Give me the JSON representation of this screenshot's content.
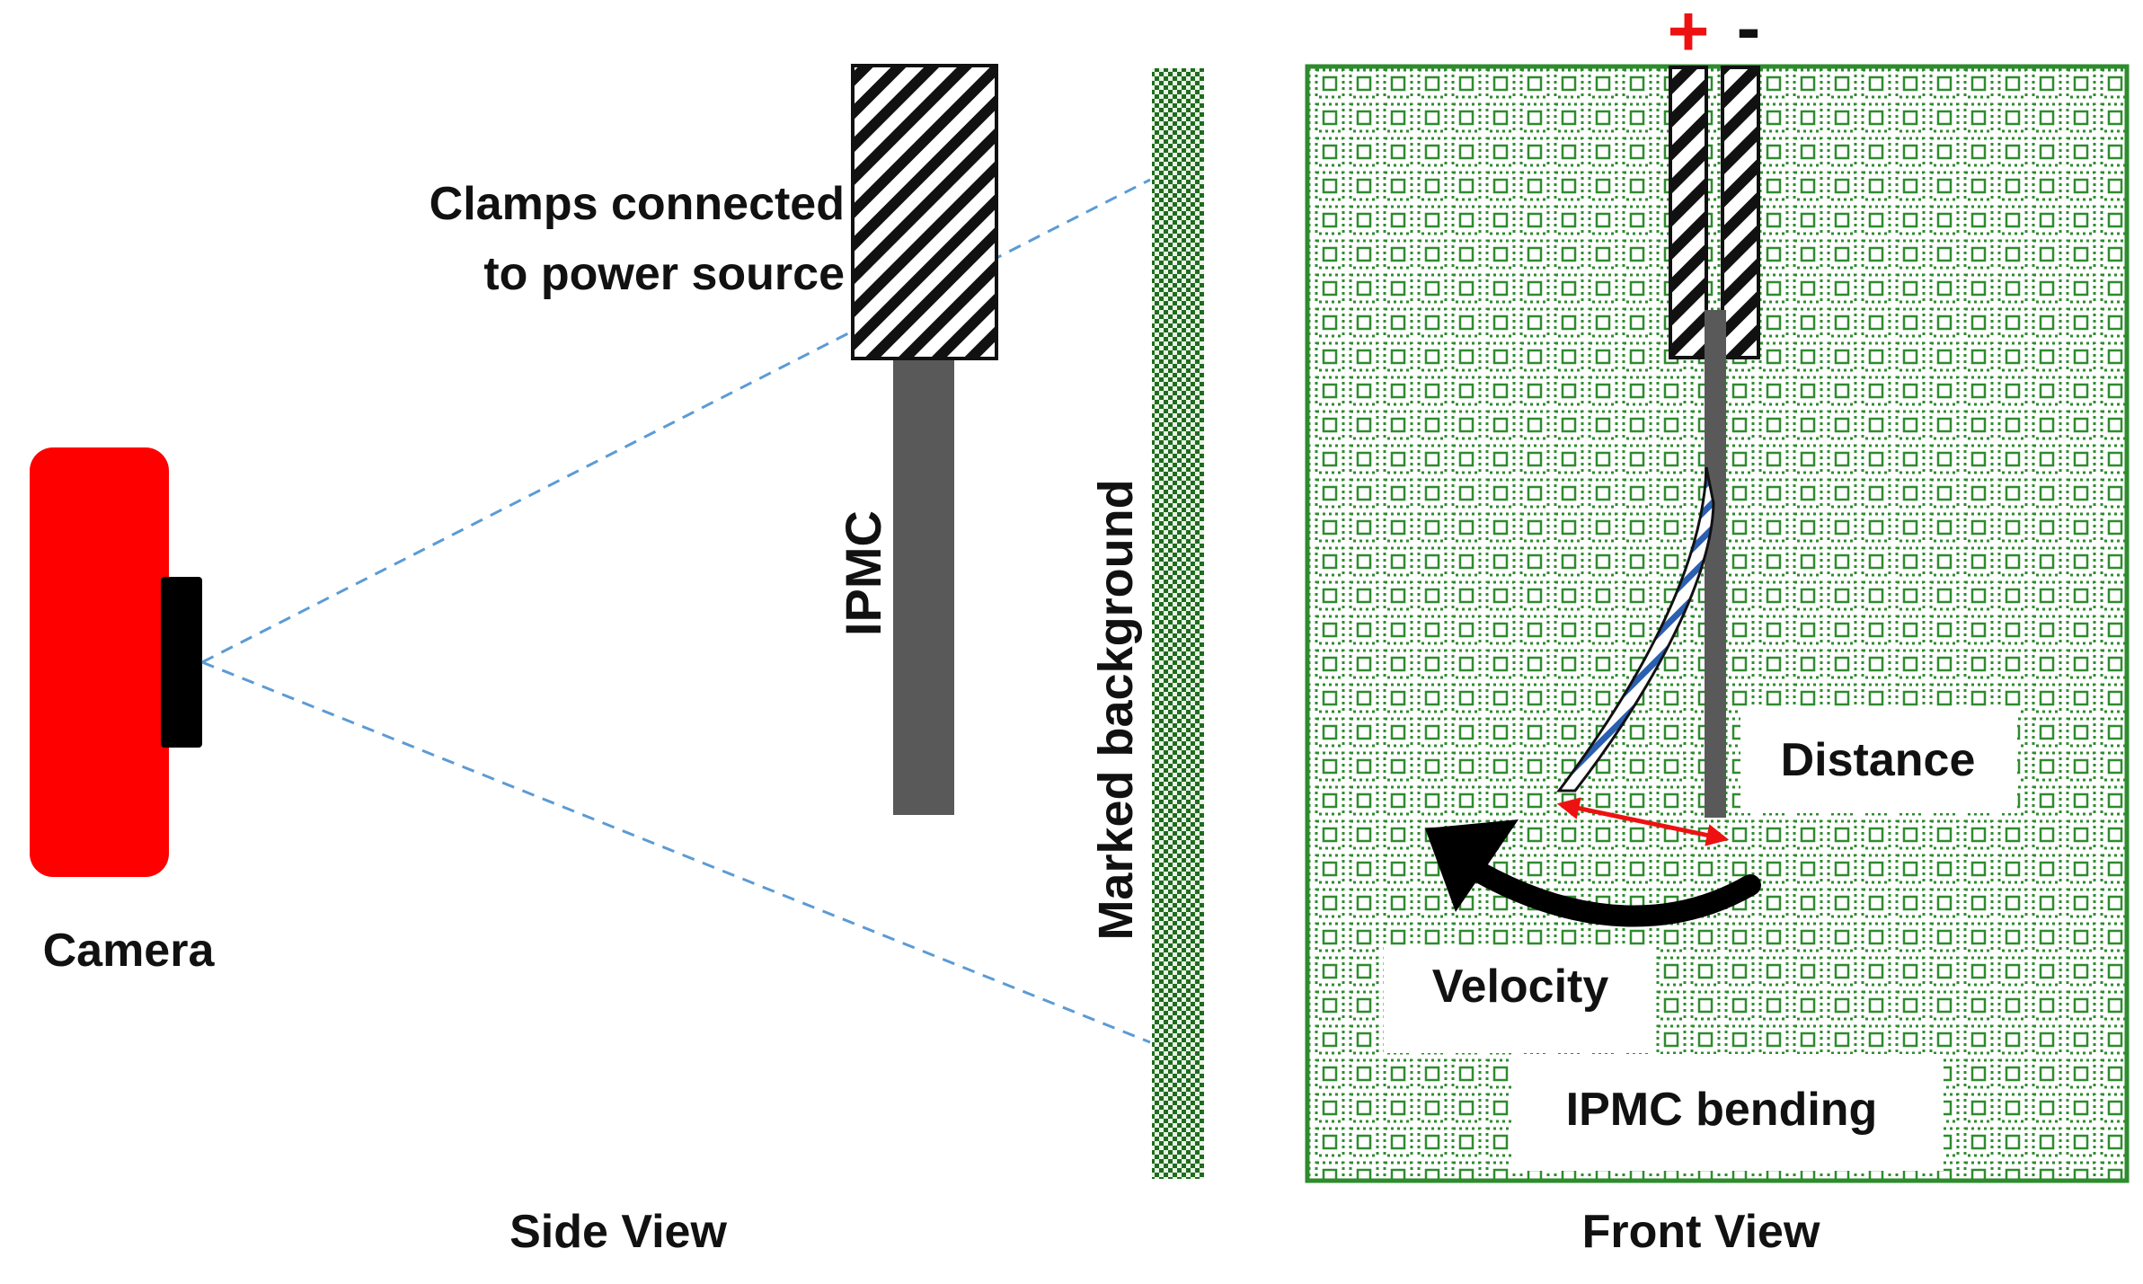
{
  "labels": {
    "camera": "Camera",
    "clamps_line1": "Clamps connected",
    "clamps_line2": "to power source",
    "ipmc": "IPMC",
    "marked_background": "Marked background",
    "side_view": "Side View",
    "front_view": "Front View",
    "distance": "Distance",
    "velocity": "Velocity",
    "ipmc_bending": "IPMC bending",
    "plus": "+",
    "minus": "-"
  },
  "colors": {
    "camera_body": "#ff0000",
    "camera_lens": "#000000",
    "field_of_view": "#5b9bd5",
    "ipmc_strip": "#595959",
    "background_grid": "#2e8b2e",
    "distance_arrow": "#ee1111",
    "bending_stripes": "#2b5fb0",
    "polarity_plus": "#ee1111",
    "polarity_minus": "#111111"
  }
}
